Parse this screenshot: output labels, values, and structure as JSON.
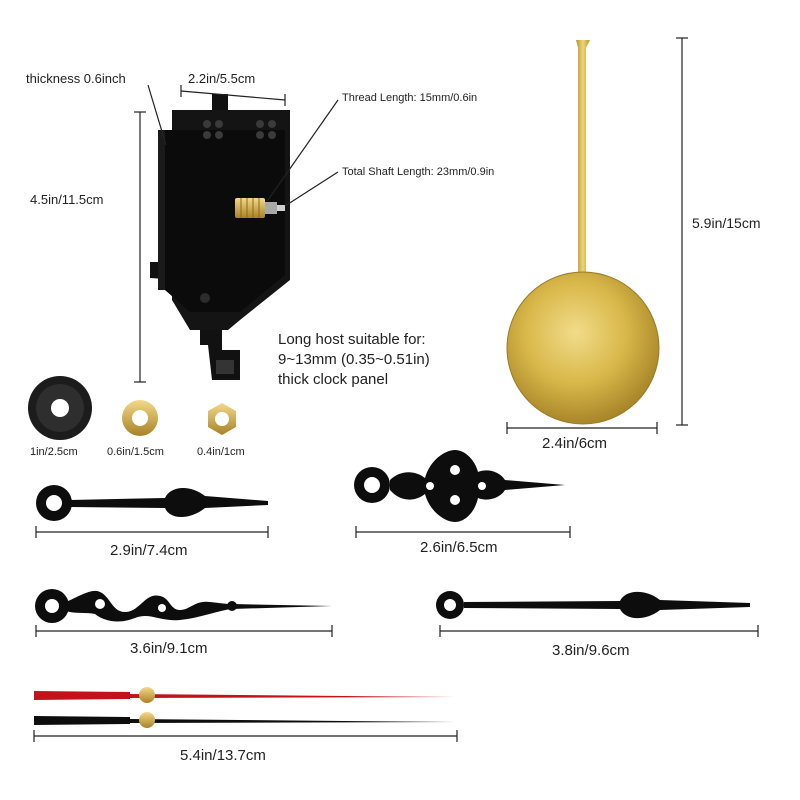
{
  "movement": {
    "thickness": "thickness 0.6inch",
    "width": "2.2in/5.5cm",
    "height": "4.5in/11.5cm",
    "thread_length": "Thread Length: 15mm/0.6in",
    "shaft_length": "Total Shaft Length: 23mm/0.9in",
    "description": [
      "Long host suitable for:",
      "9~13mm (0.35~0.51in)",
      "thick clock panel"
    ]
  },
  "pendulum": {
    "length": "5.9in/15cm",
    "bob_width": "2.4in/6cm"
  },
  "parts": {
    "washer": "1in/2.5cm",
    "brass_washer": "0.6in/1.5cm",
    "hex_nut": "0.4in/1cm"
  },
  "hands": {
    "hand_a": "2.9in/7.4cm",
    "hand_b": "2.6in/6.5cm",
    "hand_c": "3.6in/9.1cm",
    "hand_d": "3.8in/9.6cm",
    "second_hands": "5.4in/13.7cm"
  },
  "colors": {
    "black": "#0d0d0d",
    "gold": "#d4b43a",
    "red": "#c4121b",
    "line": "#222222"
  }
}
